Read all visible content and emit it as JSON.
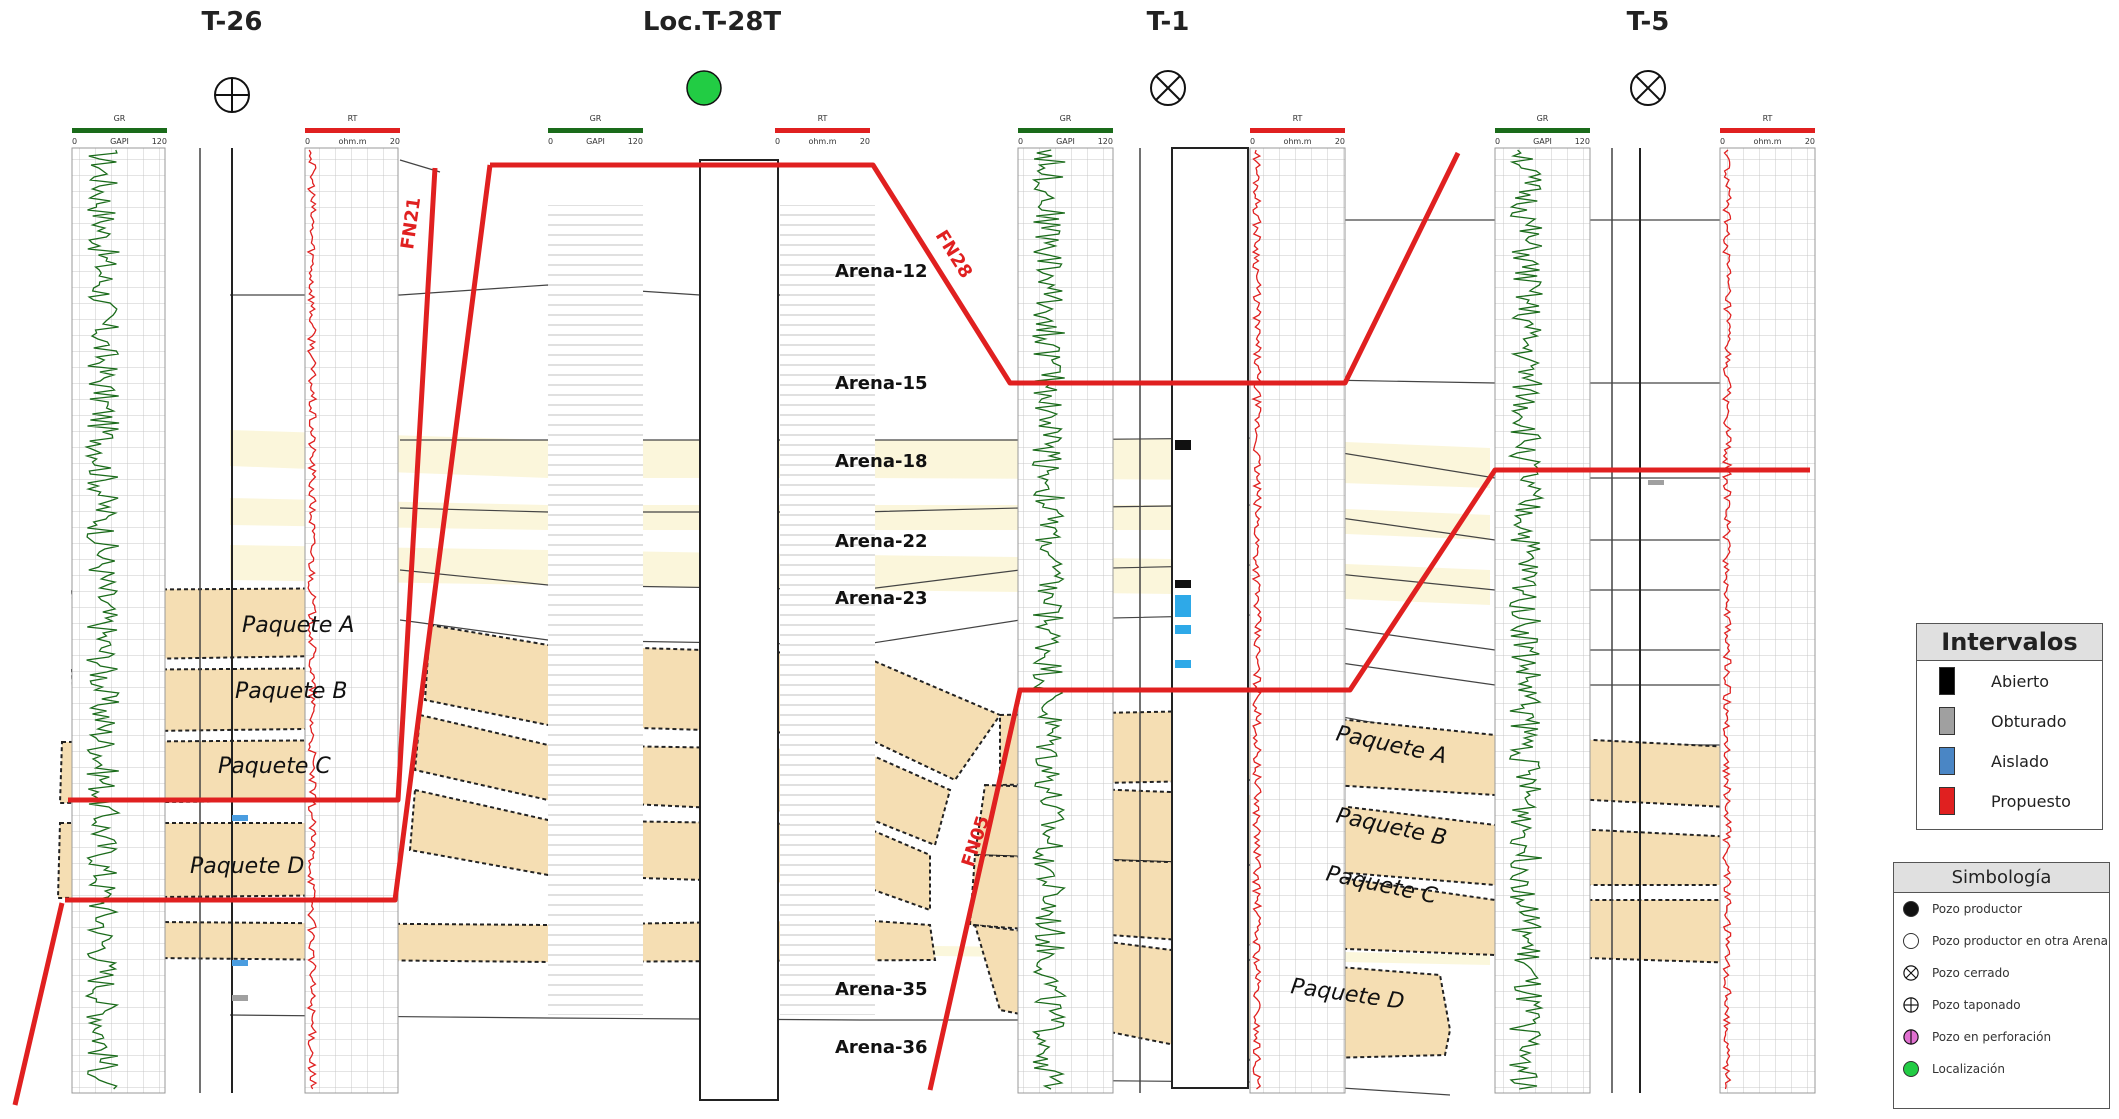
{
  "wells": [
    {
      "id": "t26",
      "name": "T-26",
      "symbol": "plugged-well-icon"
    },
    {
      "id": "t28",
      "name": "Loc.T-28T",
      "symbol": "location-icon"
    },
    {
      "id": "t1",
      "name": "T-1",
      "symbol": "closed-well-icon"
    },
    {
      "id": "t5",
      "name": "T-5",
      "symbol": "closed-well-icon"
    }
  ],
  "tracks": {
    "gr": {
      "name": "GR",
      "unit": "GAPI",
      "min": "0",
      "max": "120",
      "color": "#1a6b1a"
    },
    "rt": {
      "name": "RT",
      "unit": "ohm.m",
      "min": "0",
      "max": "20",
      "color": "#e02020"
    }
  },
  "arenas": [
    "Arena-12",
    "Arena-15",
    "Arena-18",
    "Arena-22",
    "Arena-23",
    "Arena-35",
    "Arena-36"
  ],
  "paquetes_left": [
    "Paquete A",
    "Paquete B",
    "Paquete C",
    "Paquete D"
  ],
  "paquetes_right": [
    "Paquete A",
    "Paquete B",
    "Paquete C",
    "Paquete D"
  ],
  "faults": [
    "FN21",
    "FN28",
    "FN05"
  ],
  "legend_intervalos": {
    "title": "Intervalos",
    "items": [
      {
        "label": "Abierto",
        "color": "#000000"
      },
      {
        "label": "Obturado",
        "color": "#a0a0a0"
      },
      {
        "label": "Aislado",
        "color": "#4a86c5"
      },
      {
        "label": "Propuesto",
        "color": "#e02020"
      }
    ]
  },
  "legend_simbologia": {
    "title": "Simbología",
    "items": [
      {
        "label": "Pozo productor",
        "icon": "producer-well-icon"
      },
      {
        "label": "Pozo productor en otra Arena",
        "icon": "producer-other-sand-icon"
      },
      {
        "label": "Pozo cerrado",
        "icon": "closed-well-icon"
      },
      {
        "label": "Pozo taponado",
        "icon": "plugged-well-icon"
      },
      {
        "label": "Pozo en perforación",
        "icon": "drilling-well-icon"
      },
      {
        "label": "Localización",
        "icon": "location-icon"
      }
    ]
  },
  "colors": {
    "fault": "#e02020",
    "package_fill": "#f5deb3",
    "gr_curve": "#1a6b1a",
    "rt_curve": "#e02020",
    "location": "#22cc44",
    "drilling": "#e070d0"
  }
}
